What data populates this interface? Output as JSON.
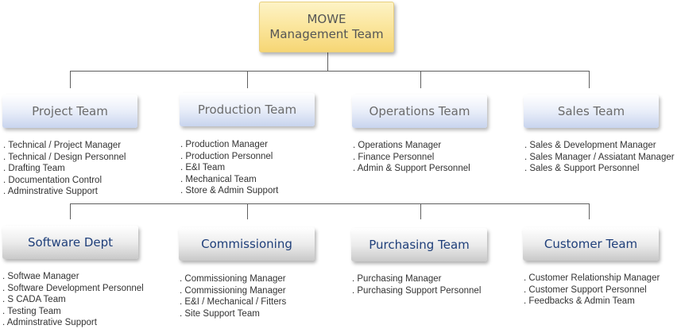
{
  "top": {
    "line1": "MOWE",
    "line2": "Management Team"
  },
  "teams": [
    {
      "label": "Project Team",
      "items": [
        "Technical / Project Manager",
        "Technical / Design Personnel",
        "Drafting Team",
        "Documentation Control",
        "Adminstrative Support"
      ]
    },
    {
      "label": "Production Team",
      "items": [
        "Production Manager",
        "Production Personnel",
        "E&I Team",
        "Mechanical Team",
        "Store & Admin Support"
      ]
    },
    {
      "label": "Operations Team",
      "items": [
        "Operations Manager",
        "Finance Personnel",
        "Admin & Support Personnel"
      ]
    },
    {
      "label": "Sales Team",
      "items": [
        "Sales & Development Manager",
        "Sales Manager / Assiatant Manager",
        "Sales & Support Personnel"
      ]
    }
  ],
  "depts": [
    {
      "label": "Software Dept",
      "items": [
        "Softwae Manager",
        "Software Development Personnel",
        "S CADA Team",
        "Testing Team",
        "Adminstrative Support"
      ]
    },
    {
      "label": "Commissioning",
      "items": [
        "Commissioning Manager",
        "Commissioning Manager",
        "E&I / Mechanical / Fitters",
        "Site Support Team"
      ]
    },
    {
      "label": "Purchasing Team",
      "items": [
        "Purchasing Manager",
        "Purchasing Support Personnel"
      ]
    },
    {
      "label": "Customer Team",
      "items": [
        "Customer Relationship Manager",
        "Customer Support Personnel",
        "Feedbacks & Admin Team"
      ]
    }
  ],
  "colors": {
    "top_fill": "#fbe7a0",
    "team_text": "#6b6b6b",
    "dept_text": "#1f3f7a",
    "connector": "#5f5f5f"
  }
}
